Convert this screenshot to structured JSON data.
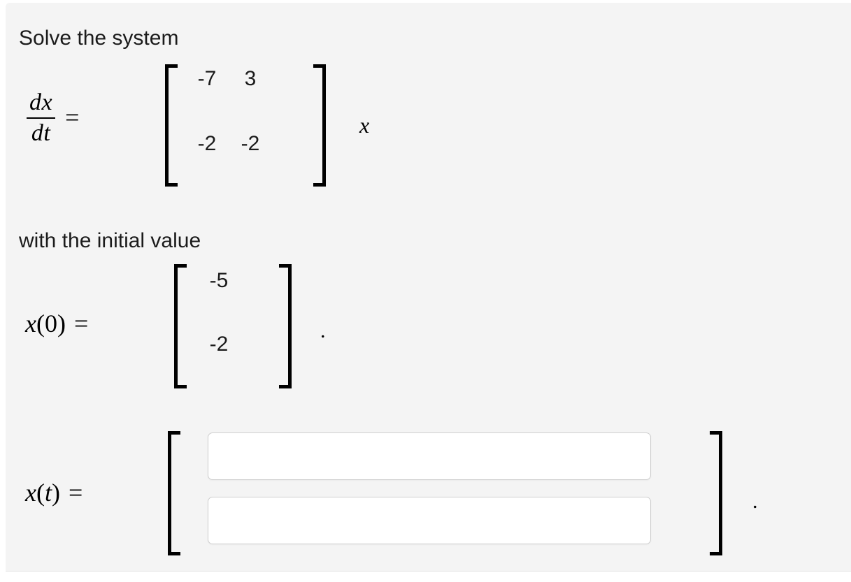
{
  "problem": {
    "prompt_line_1": "Solve the system",
    "prompt_line_2": "with the initial value",
    "system": {
      "lhs_numerator": "dx",
      "lhs_denominator": "dt",
      "equals": "=",
      "coefficient_matrix": {
        "rows": [
          [
            "-7",
            "3"
          ],
          [
            "-2",
            "-2"
          ]
        ]
      },
      "vector_symbol": "x"
    },
    "initial_value": {
      "label_variable": "x",
      "label_open_paren": "(",
      "label_arg": "0",
      "label_close_paren": ")",
      "equals": "=",
      "vector": [
        "-5",
        "-2"
      ],
      "trailing_punctuation": "."
    },
    "answer": {
      "label_variable": "x",
      "label_open_paren": "(",
      "label_arg": "t",
      "label_close_paren": ")",
      "equals": "=",
      "fields": [
        {
          "name": "component-1",
          "value": "",
          "placeholder": ""
        },
        {
          "name": "component-2",
          "value": "",
          "placeholder": ""
        }
      ],
      "trailing_punctuation": "."
    }
  },
  "colors": {
    "panel_background": "#f4f4f4",
    "page_background": "#ffffff",
    "text": "#1b1b1b",
    "bracket": "#000000",
    "input_border": "#cfcfcf",
    "input_background": "#ffffff"
  }
}
